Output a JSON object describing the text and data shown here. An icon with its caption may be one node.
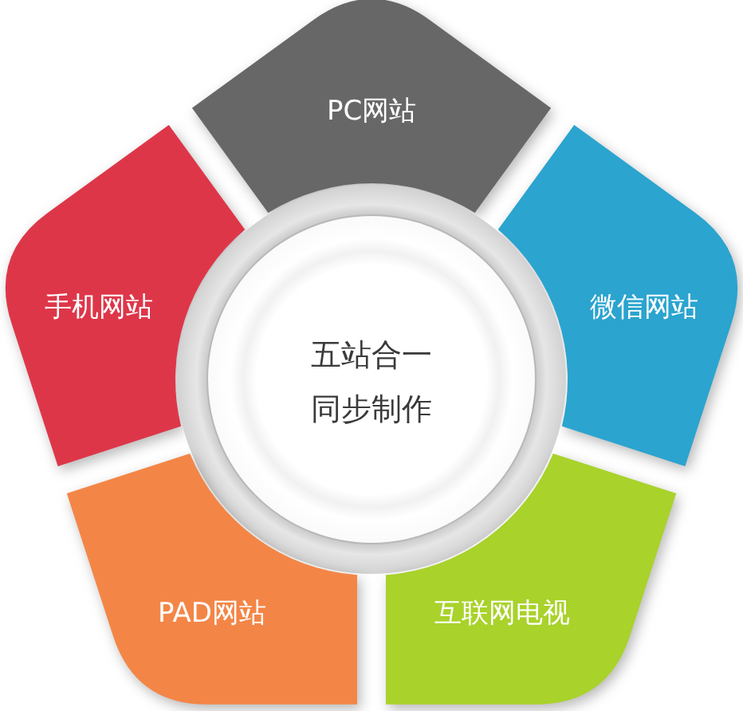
{
  "diagram": {
    "nodes": [
      {
        "text": [
          "PC网站"
        ]
      },
      {
        "text": [
          "手机网站"
        ]
      },
      {
        "text": [
          "微信网站"
        ]
      },
      {
        "text": [
          "五站合一同步制作"
        ]
      },
      {
        "text": [
          "PAD网站"
        ]
      },
      {
        "text": [
          "互联网电视"
        ]
      }
    ]
  }
}
